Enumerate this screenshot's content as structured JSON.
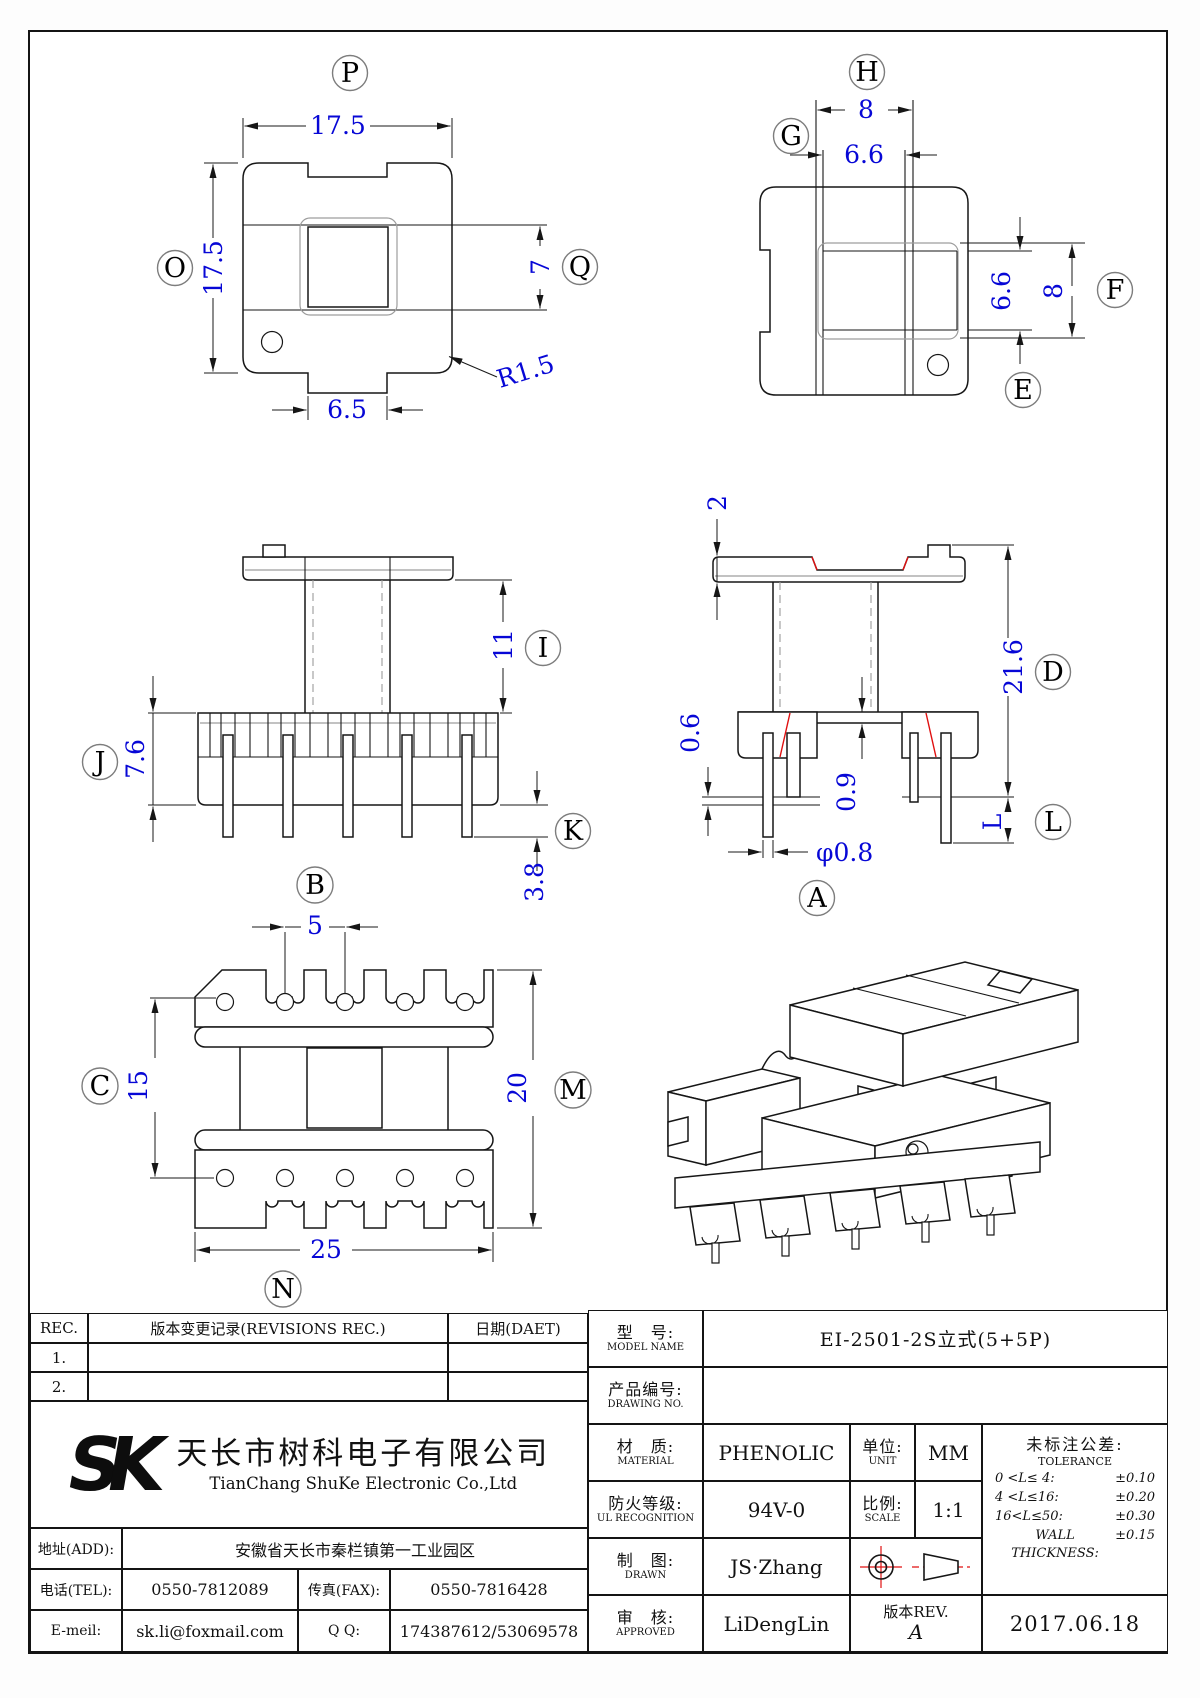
{
  "drawing": {
    "views": {
      "v1": {
        "label_p": "P",
        "label_o": "O",
        "label_q": "Q",
        "dim_width": "17.5",
        "dim_height": "17.5",
        "dim_window_h": "7",
        "dim_tab_w": "6.5",
        "dim_corner_r": "R1.5"
      },
      "v2": {
        "label_h": "H",
        "label_g": "G",
        "label_e": "E",
        "label_f": "F",
        "dim_top_outer": "8",
        "dim_top_inner": "6.6",
        "dim_right_inner": "6.6",
        "dim_right_outer": "8"
      },
      "v3": {
        "label_i": "I",
        "label_j": "J",
        "label_k": "K",
        "dim_column": "11",
        "dim_base": "7.6",
        "dim_pin": "3.8"
      },
      "v4": {
        "label_d": "D",
        "label_a": "A",
        "label_l": "L",
        "dim_flange_t": "2",
        "dim_total_h": "21.6",
        "dim_step": "0.6",
        "dim_plate": "0.9",
        "dim_pin_dia": "φ0.8",
        "dim_pin_len": "L"
      },
      "v5": {
        "label_b": "B",
        "label_c": "C",
        "label_m": "M",
        "label_n": "N",
        "dim_pitch": "5",
        "dim_row_span": "15",
        "dim_body_w": "20",
        "dim_overall_w": "25"
      }
    }
  },
  "title_block": {
    "revisions": {
      "col_rec": "REC.",
      "col_desc": "版本变更记录(REVISIONS REC.)",
      "col_date": "日期(DAET)",
      "row1": "1.",
      "row2": "2."
    },
    "company": {
      "logo": "SK",
      "name_cn": "天长市树科电子有限公司",
      "name_en": "TianChang ShuKe Electronic Co.,Ltd"
    },
    "contact": {
      "addr_label": "地址(ADD):",
      "addr_value": "安徽省天长市秦栏镇第一工业园区",
      "tel_label": "电话(TEL):",
      "tel_value": "0550-7812089",
      "fax_label": "传真(FAX):",
      "fax_value": "0550-7816428",
      "email_label": "E-meil:",
      "email_value": "sk.li@foxmail.com",
      "qq_label": "Q Q:",
      "qq_value": "174387612/53069578"
    },
    "spec": {
      "model_cn": "型　号:",
      "model_en": "MODEL NAME",
      "model_value": "EI-2501-2S立式(5+5P)",
      "pn_cn": "产品编号:",
      "pn_en": "DRAWING NO.",
      "material_cn": "材　质:",
      "material_en": "MATERIAL",
      "material_value": "PHENOLIC",
      "unit_cn": "单位:",
      "unit_en": "UNIT",
      "unit_value": "MM",
      "ul_cn": "防火等级:",
      "ul_en": "UL RECOGNITION",
      "ul_value": "94V-0",
      "scale_cn": "比例:",
      "scale_en": "SCALE",
      "scale_value": "1:1",
      "drawn_cn": "制　图:",
      "drawn_en": "DRAWN",
      "drawn_value": "JS·Zhang",
      "approved_cn": "审　核:",
      "approved_en": "APPROVED",
      "approved_value": "LiDengLin",
      "rev_label": "版本REV.",
      "rev_value": "A",
      "date_value": "2017.06.18"
    },
    "tolerance": {
      "title_cn": "未标注公差:",
      "title_en": "TOLERANCE",
      "rows": [
        {
          "range": "0 <L≤ 4:",
          "value": "±0.10"
        },
        {
          "range": "4 <L≤16:",
          "value": "±0.20"
        },
        {
          "range": "16<L≤50:",
          "value": "±0.30"
        },
        {
          "range": "WALL THICKNESS:",
          "value": "±0.15"
        }
      ]
    }
  }
}
